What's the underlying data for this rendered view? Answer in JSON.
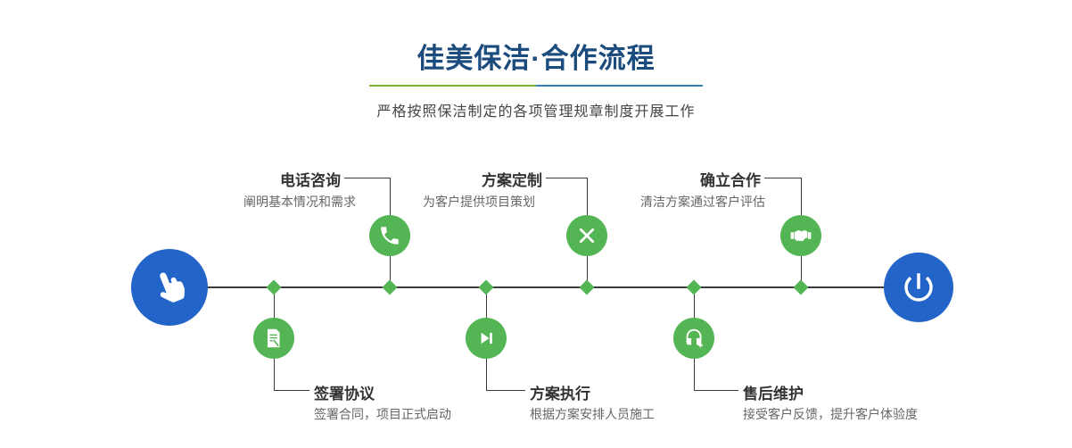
{
  "header": {
    "title": "佳美保洁·合作流程",
    "subtitle": "严格按照保洁制定的各项管理规章制度开展工作"
  },
  "colors": {
    "title_navy": "#1c4b7e",
    "step_green": "#53b553",
    "endpoint_blue": "#2264c8",
    "divider_green": "#7cb32a",
    "divider_blue": "#2f80b9",
    "line_dark": "#3b3b3b"
  },
  "steps": [
    {
      "title": "电话咨询",
      "desc": "阐明基本情况和需求",
      "icon": "phone-icon",
      "position": "top"
    },
    {
      "title": "方案定制",
      "desc": "为客户提供项目策划",
      "icon": "pencil-ruler-icon",
      "position": "top"
    },
    {
      "title": "确立合作",
      "desc": "清洁方案通过客户评估",
      "icon": "handshake-icon",
      "position": "top"
    },
    {
      "title": "签署协议",
      "desc": "签署合同，项目正式启动",
      "icon": "contract-icon",
      "position": "bottom"
    },
    {
      "title": "方案执行",
      "desc": "根据方案安排人员施工",
      "icon": "play-next-icon",
      "position": "bottom"
    },
    {
      "title": "售后维护",
      "desc": "接受客户反馈，提升客户体验度",
      "icon": "headset-icon",
      "position": "bottom"
    }
  ],
  "endpoints": {
    "start_icon": "pointing-hand-icon",
    "end_icon": "power-icon"
  }
}
